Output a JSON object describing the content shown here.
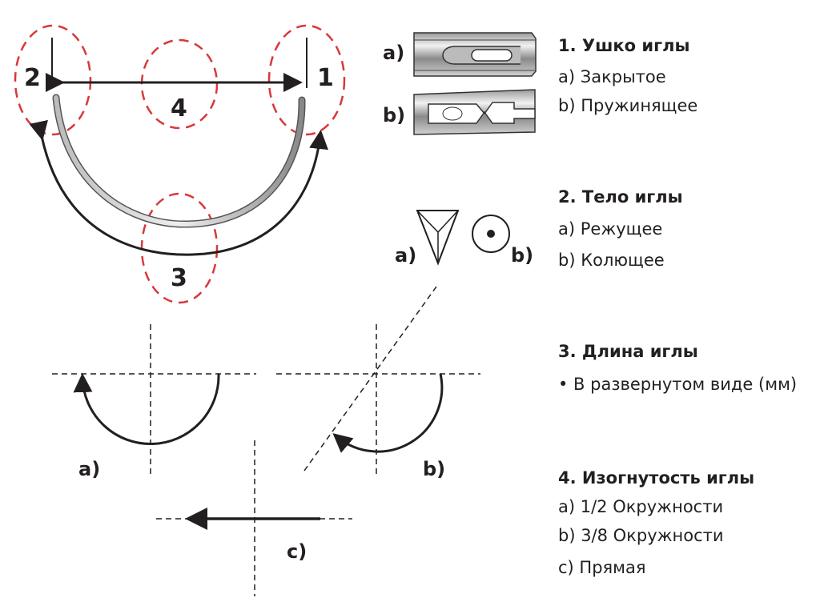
{
  "diagram": {
    "numbers": [
      "1",
      "2",
      "3",
      "4"
    ],
    "eye_labels": [
      "a)",
      "b)"
    ],
    "body_labels": [
      "a)",
      "b)"
    ],
    "curve_labels": [
      "a)",
      "b)",
      "c)"
    ]
  },
  "legend": [
    {
      "title": "1. Ушко иглы",
      "items": [
        "a) Закрытое",
        "b) Пружинящее"
      ]
    },
    {
      "title": "2. Тело иглы",
      "items": [
        "a) Режущее",
        "b) Колющее"
      ]
    },
    {
      "title": "3. Длина иглы",
      "items": [
        "• В развернутом виде (мм)"
      ]
    },
    {
      "title": "4. Изогнутость иглы",
      "items": [
        "a) 1/2 Окружности",
        "b) 3/8 Окружности",
        "c) Прямая"
      ]
    }
  ],
  "colors": {
    "dash_red": "#d9383a",
    "ink": "#231f20"
  }
}
